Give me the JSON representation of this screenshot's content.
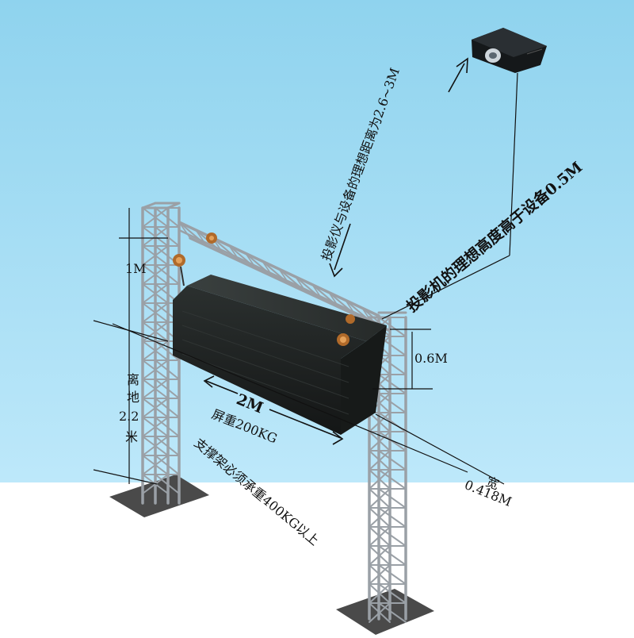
{
  "diagram": {
    "projector_distance_note": "投影仪与设备的理想距离为2.6~3M",
    "projector_height_note": "投影机的理想高度高于设备0.5M",
    "dim_top_height": "1M",
    "dim_ground_chars": [
      "离",
      "地",
      "2.2",
      "米"
    ],
    "dim_screen_height": "0.6M",
    "dim_span": "2M",
    "screen_weight": "屏重200KG",
    "frame_load": "支撑架必须承重400KG以上",
    "width_label": "宽",
    "width_value": "0.418M"
  },
  "colors": {
    "sky_top": "#8fd3ee",
    "sky_bottom": "#bde8fa",
    "floor": "#ffffff",
    "truss": "#9aa0a6",
    "base_plate": "#4a4a4a",
    "screen_body": "#1c1f1e"
  }
}
